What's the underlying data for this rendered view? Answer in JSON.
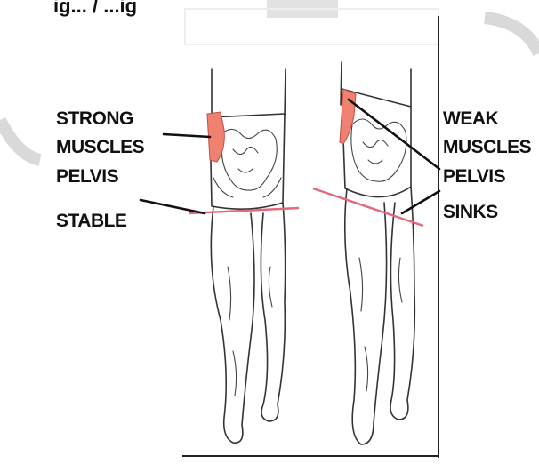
{
  "header": {
    "partial_title": "ig... / ...ig"
  },
  "labels": {
    "left": [
      "STRONG",
      "MUSCLES",
      "PELVIS",
      "STABLE"
    ],
    "right": [
      "WEAK",
      "MUSCLES",
      "PELVIS",
      "SINKS"
    ]
  },
  "colors": {
    "muscle": "#f08070",
    "pelvis_line": "#e06a7c",
    "stroke": "#333333",
    "watermark": "#d9d9d9"
  }
}
